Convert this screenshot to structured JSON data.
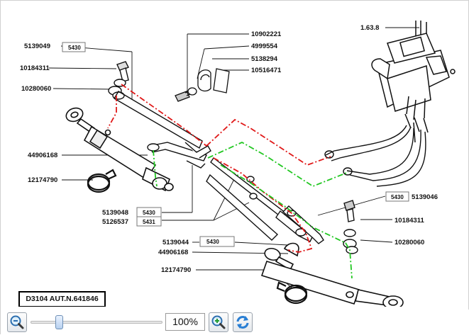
{
  "diagram": {
    "labels": {
      "part_5139049": "5139049",
      "part_10184311_top": "10184311",
      "part_10280060_top": "10280060",
      "part_44906168_top": "44906168",
      "part_12174790_top": "12174790",
      "part_10902221": "10902221",
      "part_4999554": "4999554",
      "part_5138294": "5138294",
      "part_10516471": "10516471",
      "ref_1638": "1.63.8",
      "part_5139046": "5139046",
      "part_10184311_right": "10184311",
      "part_10280060_right": "10280060",
      "part_5139048": "5139048",
      "part_5126537": "5126537",
      "part_5139044": "5139044",
      "part_44906168_bottom": "44906168",
      "part_12174790_bottom": "12174790"
    },
    "code_boxes": {
      "box_5430_a": "5430",
      "box_5430_b": "5430",
      "box_5431": "5431",
      "box_5430_c": "5430",
      "box_5430_d": "5430"
    },
    "caption": "D3104 AUT.N.641846",
    "colors": {
      "red_line": "#e01818",
      "green_line": "#22c722",
      "ink": "#111111"
    }
  },
  "toolbar": {
    "zoom_out_icon": "zoom-out-magnifier-icon",
    "zoom_in_icon": "zoom-in-magnifier-icon",
    "refresh_icon": "refresh-arrows-icon",
    "zoom_value": "100%",
    "zoom_fraction": 0.2
  }
}
